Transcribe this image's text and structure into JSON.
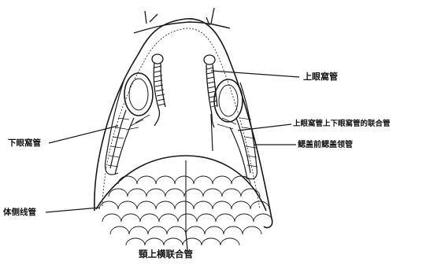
{
  "labels": {
    "upper_canal": "上眼窩管",
    "connection": "上眼窩管上下眼窩管的联合管",
    "gill_cover": "鳃盖前鳃盖领管",
    "lower_canal": "下眼窩管",
    "lateral_line": "体侧线管",
    "supratemporal": "頸上横联合管"
  },
  "colors": {
    "ink": "#1a1a1a",
    "paper": "#ffffff"
  }
}
